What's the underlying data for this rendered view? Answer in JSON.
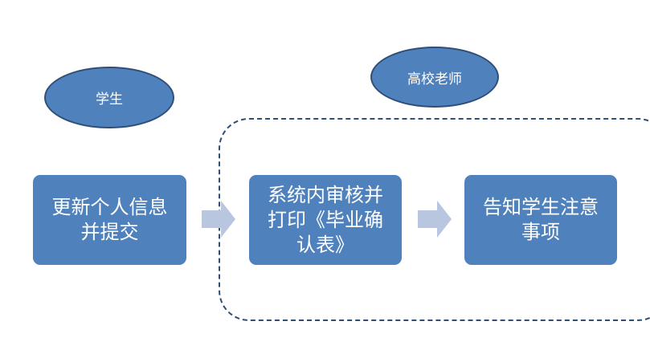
{
  "roles": {
    "student": "学生",
    "teacher": "高校老师"
  },
  "steps": [
    {
      "label": "更新个人信息\n并提交"
    },
    {
      "label": "系统内审核并\n打印《毕业确\n认表》"
    },
    {
      "label": "告知学生注意\n事项"
    }
  ],
  "colors": {
    "shape_fill": "#4f81bd",
    "shape_border": "#2f4f78",
    "arrow_fill": "#b8c6e0",
    "text": "#ffffff"
  }
}
